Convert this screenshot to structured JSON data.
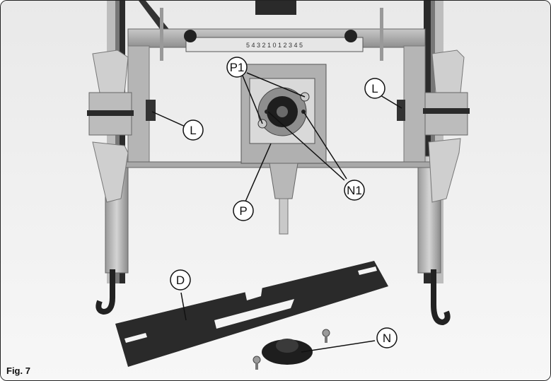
{
  "figure": {
    "caption": "Fig. 7",
    "callouts": {
      "P1": "P1",
      "L_left": "L",
      "L_right": "L",
      "N1": "N1",
      "P": "P",
      "D": "D",
      "N": "N"
    },
    "scale_text": "5 4 3 2 1 0 1 2 3 4 5"
  }
}
